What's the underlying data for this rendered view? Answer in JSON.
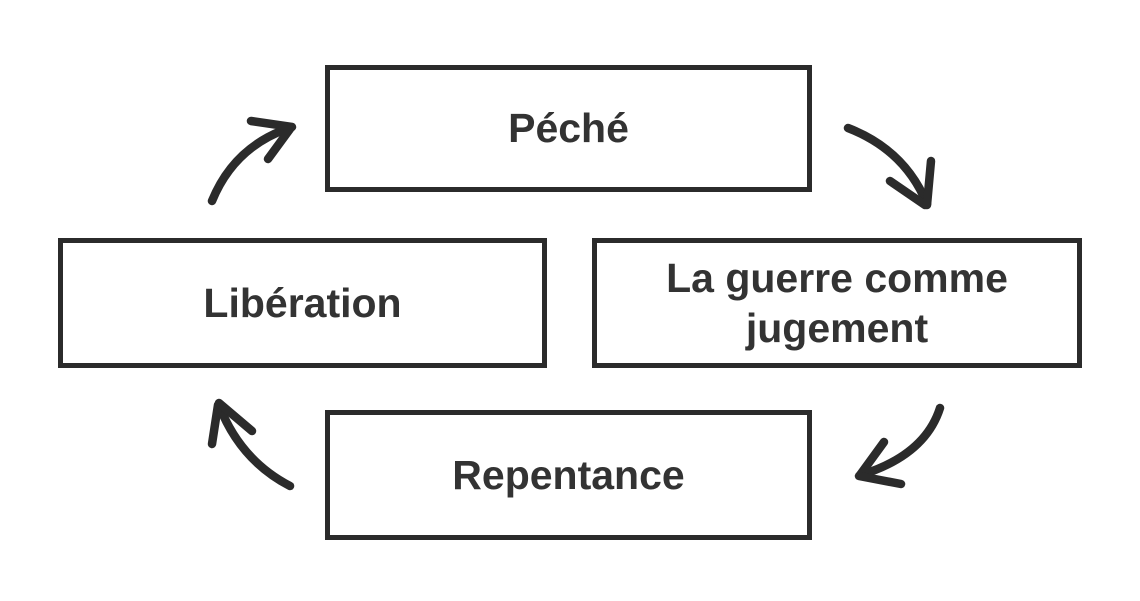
{
  "diagram": {
    "type": "cycle",
    "background_color": "#ffffff",
    "stroke_color": "#2b2b2b",
    "text_color": "#333333",
    "nodes": [
      {
        "id": "peche",
        "label": "Péché",
        "position": "top"
      },
      {
        "id": "guerre-jugement",
        "label": "La guerre comme jugement",
        "position": "right"
      },
      {
        "id": "repentance",
        "label": "Repentance",
        "position": "bottom"
      },
      {
        "id": "liberation",
        "label": "Libération",
        "position": "left"
      }
    ],
    "edges": [
      {
        "from": "Péché",
        "to": "La guerre comme jugement"
      },
      {
        "from": "La guerre comme jugement",
        "to": "Repentance"
      },
      {
        "from": "Repentance",
        "to": "Libération"
      },
      {
        "from": "Libération",
        "to": "Péché"
      }
    ]
  }
}
